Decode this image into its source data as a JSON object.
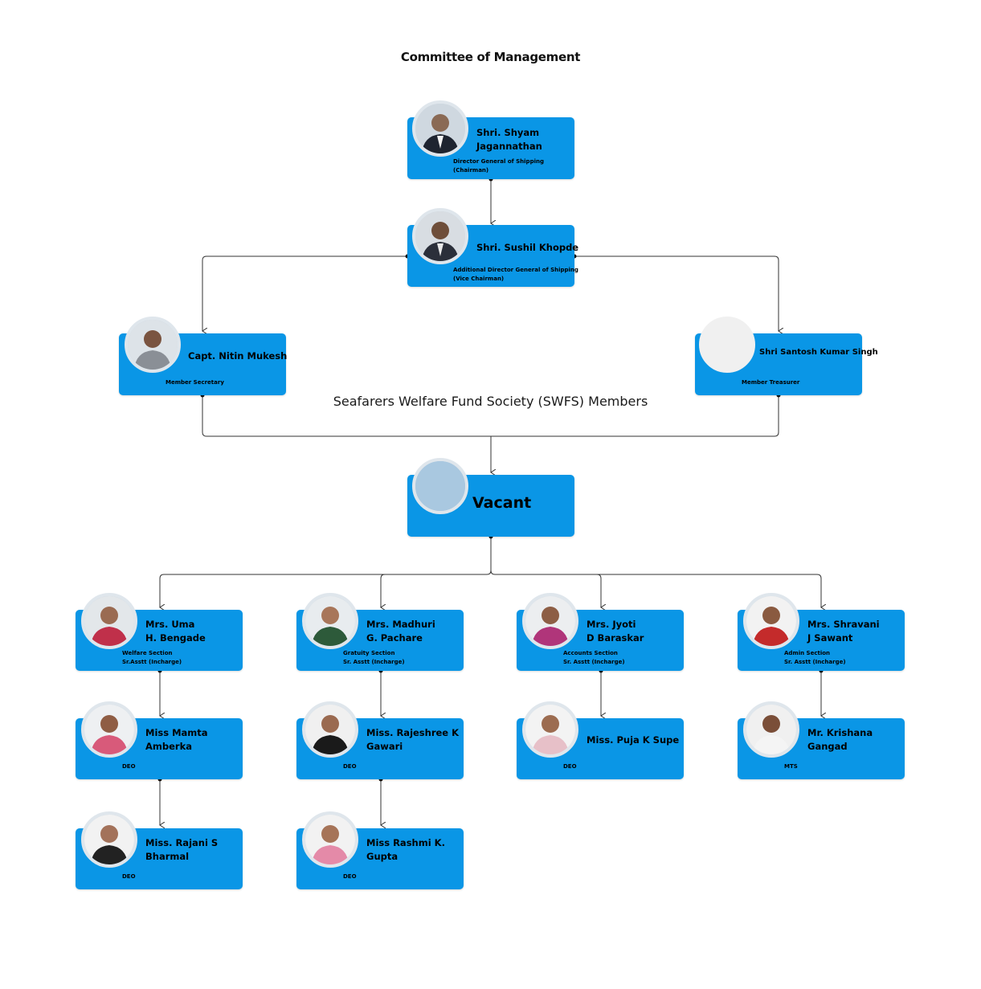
{
  "title": "Committee of Management",
  "subtitle": "Seafarers Welfare Fund Society (SWFS) Members",
  "colors": {
    "card": "#0a96e6",
    "line": "#333333",
    "text": "#ffffff"
  },
  "people": {
    "chairman": {
      "name": "Shri. Shyam\nJagannathan",
      "role": "Director General of Shipping\n(Chairman)"
    },
    "vice": {
      "name": "Shri. Sushil Khopde",
      "role": "Additional Director General of Shipping\n(Vice Chairman)"
    },
    "secretary": {
      "name": "Capt. Nitin Mukesh",
      "role": "Member Secretary"
    },
    "treasurer": {
      "name": "Shri Santosh Kumar Singh",
      "role": "Member Treasurer"
    },
    "vacant": {
      "name": "Vacant"
    },
    "uma": {
      "name": "Mrs. Uma\nH. Bengade",
      "role": "Welfare Section\nSr.Asstt (Incharge)"
    },
    "madhuri": {
      "name": "Mrs. Madhuri\nG. Pachare",
      "role": "Gratuity Section\nSr. Asstt (Incharge)"
    },
    "jyoti": {
      "name": "Mrs. Jyoti\nD Baraskar",
      "role": "Accounts Section\nSr. Asstt (Incharge)"
    },
    "shravani": {
      "name": "Mrs. Shravani\nJ Sawant",
      "role": "Admin Section\nSr. Asstt (Incharge)"
    },
    "mamta": {
      "name": "Miss Mamta\nAmberka",
      "role": "DEO"
    },
    "rajeshree": {
      "name": "Miss. Rajeshree K\nGawari",
      "role": "DEO"
    },
    "puja": {
      "name": "Miss. Puja K Supe",
      "role": "DEO"
    },
    "krishana": {
      "name": "Mr. Krishana\nGangad",
      "role": "MTS"
    },
    "rajani": {
      "name": "Miss. Rajani S\nBharmal",
      "role": "DEO"
    },
    "rashmi": {
      "name": "Miss Rashmi K.\nGupta",
      "role": "DEO"
    }
  }
}
